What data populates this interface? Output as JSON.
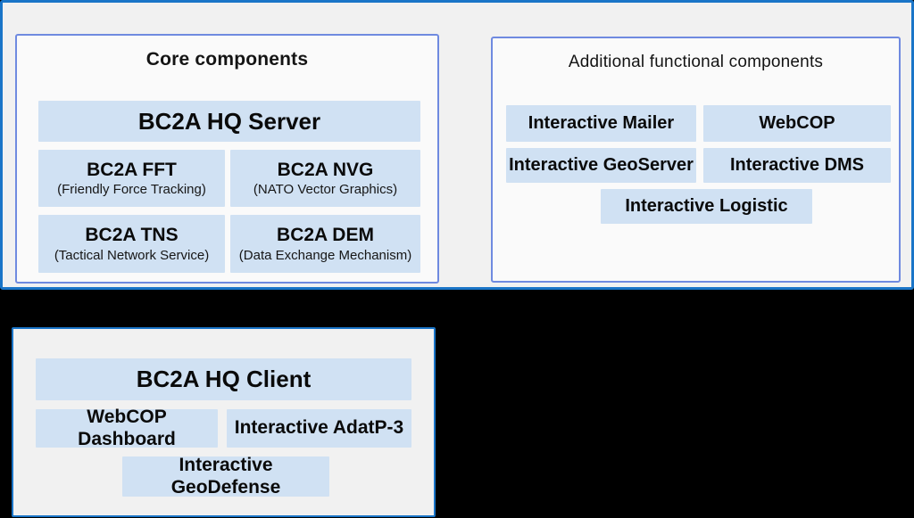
{
  "colors": {
    "page_background": "#000000",
    "container_background": "#f1f1f1",
    "container_border": "#1a75c8",
    "panel_background": "#fafafa",
    "panel_border": "#6f8ae0",
    "component_box_background": "#d0e1f3",
    "text": "#0d0d0d"
  },
  "core_panel": {
    "title": "Core components",
    "server_box": {
      "title": "BC2A HQ Server"
    },
    "boxes": [
      {
        "title": "BC2A FFT",
        "subtitle": "(Friendly Force Tracking)"
      },
      {
        "title": "BC2A NVG",
        "subtitle": "(NATO Vector Graphics)"
      },
      {
        "title": "BC2A TNS",
        "subtitle": "(Tactical Network Service)"
      },
      {
        "title": "BC2A DEM",
        "subtitle": "(Data Exchange Mechanism)"
      }
    ]
  },
  "additional_panel": {
    "title": "Additional functional components",
    "boxes": [
      {
        "label": "Interactive Mailer"
      },
      {
        "label": "WebCOP"
      },
      {
        "label": "Interactive GeoServer"
      },
      {
        "label": "Interactive DMS"
      },
      {
        "label": "Interactive Logistic"
      }
    ]
  },
  "client_panel": {
    "client_box": {
      "title": "BC2A HQ Client"
    },
    "boxes": [
      {
        "label": "WebCOP Dashboard"
      },
      {
        "label": "Interactive AdatP-3"
      },
      {
        "label": "Interactive GeoDefense"
      }
    ]
  }
}
